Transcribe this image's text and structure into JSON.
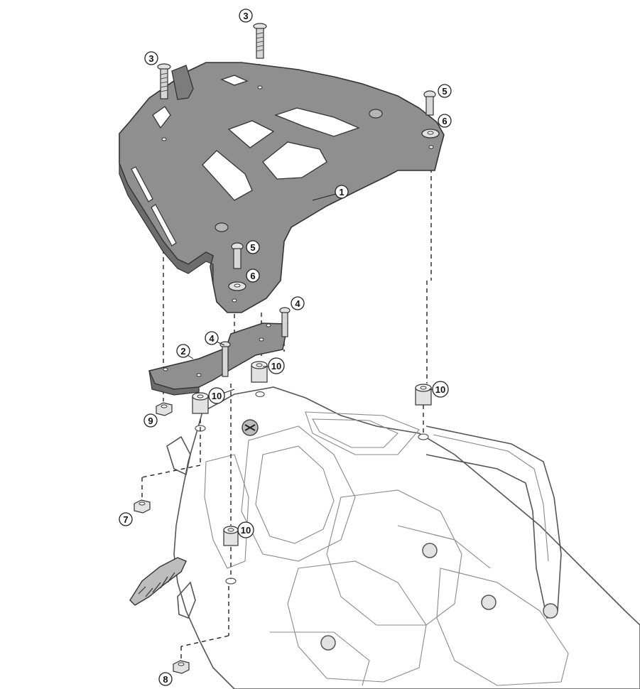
{
  "callouts": {
    "c3_top": "3",
    "c3_left": "3",
    "c5_right": "5",
    "c6_right": "6",
    "c1": "1",
    "c5_mid": "5",
    "c6_mid": "6",
    "c4_right": "4",
    "c4_left": "4",
    "c2": "2",
    "c10_a": "10",
    "c10_b": "10",
    "c10_c": "10",
    "c9": "9",
    "c7": "7",
    "c10_d": "10",
    "c8": "8"
  },
  "colors": {
    "plate_fill": "#8f8f8f",
    "plate_edge": "#333333",
    "bike_outline": "#5a5a5a",
    "bike_fill": "#f7f7f7",
    "part_fill": "#e2e2e2"
  }
}
